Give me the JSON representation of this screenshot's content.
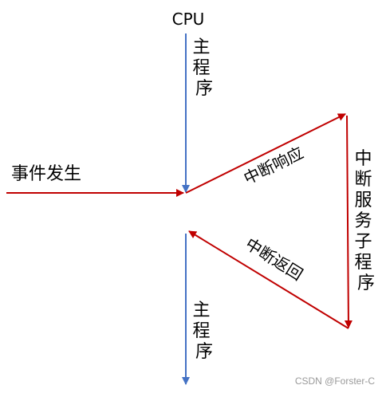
{
  "cpu_label": "CPU",
  "main_program_top": "主程序",
  "main_program_bottom": "主程序",
  "event_label": "事件发生",
  "interrupt_response": "中断响应",
  "interrupt_service": "中断服务子程序",
  "interrupt_return": "中断返回",
  "watermark": "CSDN @Forster-C",
  "colors": {
    "blue_arrow": "#4472C4",
    "red_arrow": "#C00000"
  }
}
